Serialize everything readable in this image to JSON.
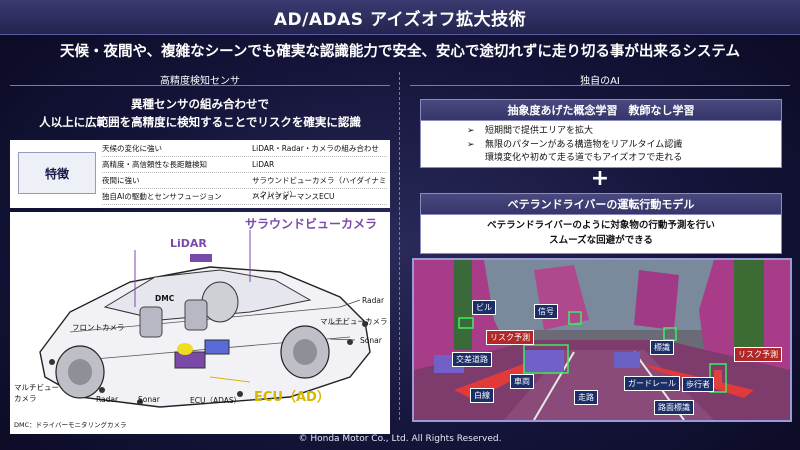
{
  "header": {
    "title": "AD/ADAS アイズオフ拡大技術"
  },
  "headline": "天候・夜間や、複雑なシーンでも確実な認識能力で安全、安心で途切れずに走り切る事が出来るシステム",
  "left": {
    "section_title": "高精度検知センサ",
    "heading_line1": "異種センサの組み合わせで",
    "heading_line2": "人以上に広範囲を高精度に検知することでリスクを確実に認識",
    "feature_tag": "特徴",
    "features": [
      {
        "k": "天候の変化に強い",
        "v": "LiDAR・Radar・カメラの組み合わせ"
      },
      {
        "k": "高精度・高信頼性な長距離検知",
        "v": "LiDAR"
      },
      {
        "k": "夜間に強い",
        "v": "サラウンドビューカメラ（ハイダイナミックレンジ）"
      },
      {
        "k": "独自AIの駆動とセンサフュージョン",
        "v": "ハイパフォーマンスECU"
      }
    ],
    "car_labels": {
      "surround_camera": "サラウンドビューカメラ",
      "lidar": "LiDAR",
      "dmc": "DMC",
      "front_camera": "フロントカメラ",
      "radar_right": "Radar",
      "multiview_right": "マルチビューカメラ",
      "sonar_right": "Sonar",
      "multiview_left_1": "マルチビュー",
      "multiview_left_2": "カメラ",
      "radar_bottom": "Radar",
      "sonar_bottom": "Sonar",
      "ecu_adas": "ECU（ADAS）",
      "ecu_ad": "ECU（AD）",
      "footnote": "DMC：ドライバーモニタリングカメラ"
    }
  },
  "right": {
    "section_title": "独自のAI",
    "box1_title": "抽象度あげた概念学習　教師なし学習",
    "box1_bullets": [
      "短期間で提供エリアを拡大",
      "無限のパターンがある構造物をリアルタイム認識",
      "環境変化や初めて走る道でもアイズオフで走れる"
    ],
    "bullet_mark": "➢",
    "plus": "+",
    "box2_title": "ベテランドライバーの運転行動モデル",
    "box2_line1": "ベテランドライバーのように対象物の行動予測を行い",
    "box2_line2": "スムーズな回避ができる",
    "scene_tags": {
      "building": "ビル",
      "signal": "信号",
      "risk_left": "リスク予測",
      "sign": "標識",
      "risk_right": "リスク予測",
      "crosswalk": "交差道路",
      "vehicle": "車両",
      "guardrail": "ガードレール",
      "pedestrian": "歩行者",
      "white_line": "白線",
      "road": "走路",
      "road_sign": "路面標識"
    }
  },
  "footer": "© Honda Motor Co., Ltd. All Rights Reserved."
}
